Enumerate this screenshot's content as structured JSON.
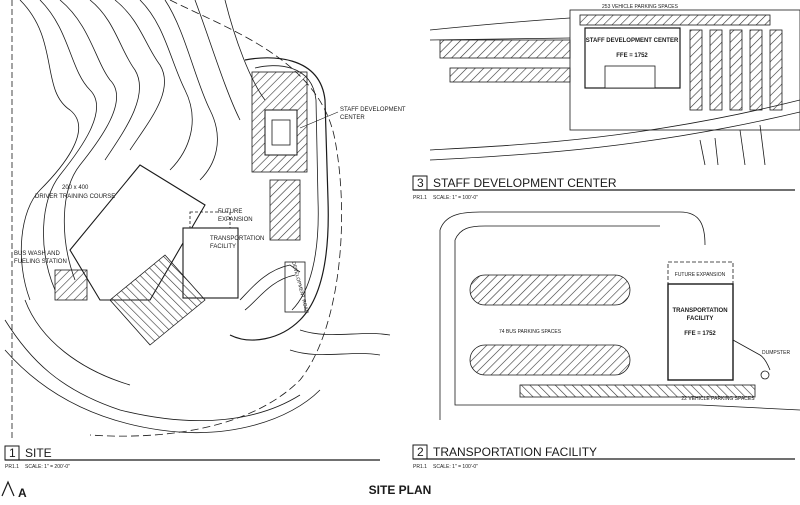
{
  "sheet": {
    "title": "SITE PLAN",
    "logo_mark": "A"
  },
  "site": {
    "num": "1",
    "title": "SITE",
    "sheet_ref": "PR1.1",
    "scale": "SCALE: 1\" = 200'-0\"",
    "labels": {
      "staff_center": "STAFF DEVELOPMENT",
      "staff_center_2": "CENTER",
      "driver_course": "200 x 400",
      "driver_course_2": "DRIVER TRAINING COURSE",
      "future": "FUTURE",
      "future_2": "EXPANSION",
      "transport": "TRANSPORTATION",
      "transport_2": "FACILITY",
      "bus_wash": "BUS WASH AND",
      "bus_wash_2": "FUELING STATION",
      "road": "DEVELOPMENT ROAD"
    }
  },
  "staff": {
    "num": "3",
    "title": "STAFF DEVELOPMENT CENTER",
    "sheet_ref": "PR1.1",
    "scale": "SCALE: 1\" = 100'-0\"",
    "parking": "253 VEHICLE PARKING SPACES",
    "building": "STAFF DEVELOPMENT CENTER",
    "ffe": "FFE = 1752"
  },
  "transport": {
    "num": "2",
    "title": "TRANSPORTATION FACILITY",
    "sheet_ref": "PR1.1",
    "scale": "SCALE: 1\" = 100'-0\"",
    "future": "FUTURE EXPANSION",
    "building": "TRANSPORTATION",
    "building_2": "FACILITY",
    "ffe": "FFE = 1752",
    "bus_parking": "74 BUS PARKING SPACES",
    "vehicle_parking": "22 VEHICLE PARKING SPACES",
    "dumpster": "DUMPSTER"
  },
  "colors": {
    "ink": "#1a1a1a",
    "paper": "#ffffff",
    "hatch": "#333333"
  }
}
